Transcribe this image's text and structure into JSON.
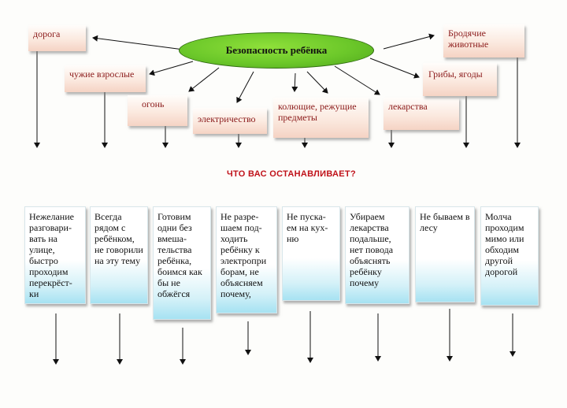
{
  "center": "Безопасность ребёнка",
  "top": [
    {
      "id": "road",
      "label": "дорога"
    },
    {
      "id": "strangers",
      "label": "чужие взрослые"
    },
    {
      "id": "fire",
      "label": "огонь"
    },
    {
      "id": "electricity",
      "label": "электричество"
    },
    {
      "id": "sharp",
      "label": "колющие, режущие предметы"
    },
    {
      "id": "medicine",
      "label": "лекарства"
    },
    {
      "id": "mushrooms",
      "label": "Грибы, ягоды"
    },
    {
      "id": "animals",
      "label": "Бродячие животные"
    }
  ],
  "question": "ЧТО ВАС ОСТАНАВЛИВАЕТ?",
  "bottom": [
    {
      "id": "b1",
      "label": "Нежелание разговари-вать на улице, быстро проходим перекрёст-ки"
    },
    {
      "id": "b2",
      "label": "Всегда рядом с ребёнком, не говорили на эту тему"
    },
    {
      "id": "b3",
      "label": "Готовим одни без вмеша-тельства ребёнка, боимся как бы не обжёгся"
    },
    {
      "id": "b4",
      "label": "Не разре-шаем под-ходить ребёнку к электропри борам, не объясняем почему,"
    },
    {
      "id": "b5",
      "label": "Не пуска-ем на кух-ню"
    },
    {
      "id": "b6",
      "label": "Убираем лекарства подальше, нет повода объяснять ребёнку почему"
    },
    {
      "id": "b7",
      "label": "Не бываем в лесу"
    },
    {
      "id": "b8",
      "label": "Молча проходим мимо или обходим другой дорогой"
    }
  ]
}
